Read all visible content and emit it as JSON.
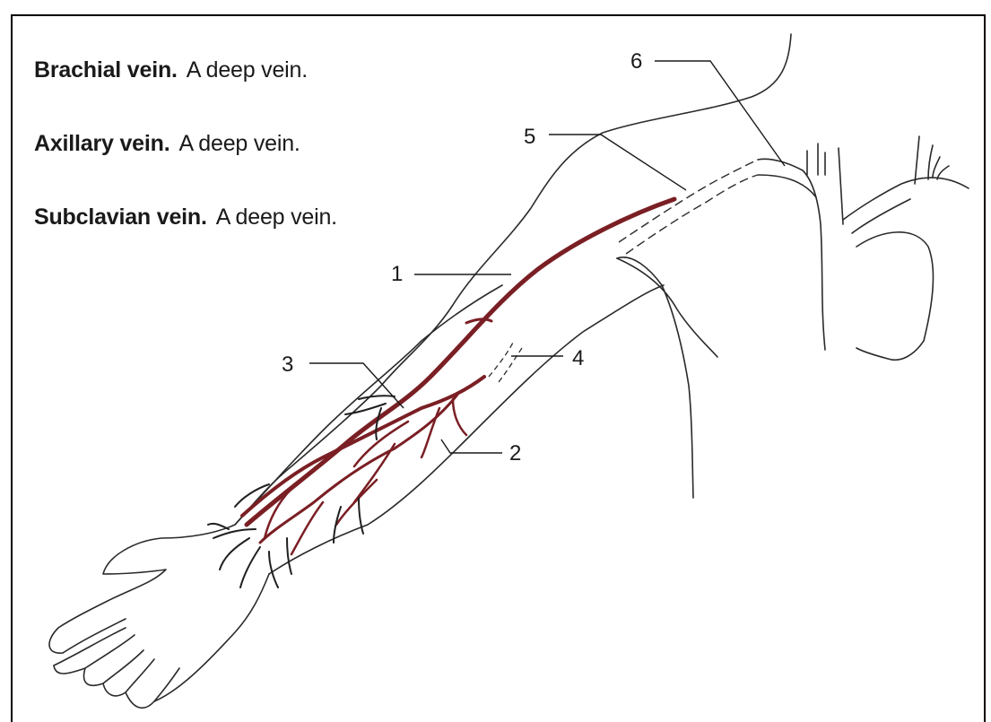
{
  "legend": [
    {
      "term": "Brachial vein.",
      "description": "A deep vein."
    },
    {
      "term": "Axillary vein.",
      "description": "A deep vein."
    },
    {
      "term": "Subclavian vein.",
      "description": "A deep vein."
    }
  ],
  "callouts": [
    "1",
    "2",
    "3",
    "4",
    "5",
    "6"
  ],
  "colors": {
    "vein": "#7a1f24",
    "outline": "#2a2a2a",
    "border": "#000000"
  }
}
